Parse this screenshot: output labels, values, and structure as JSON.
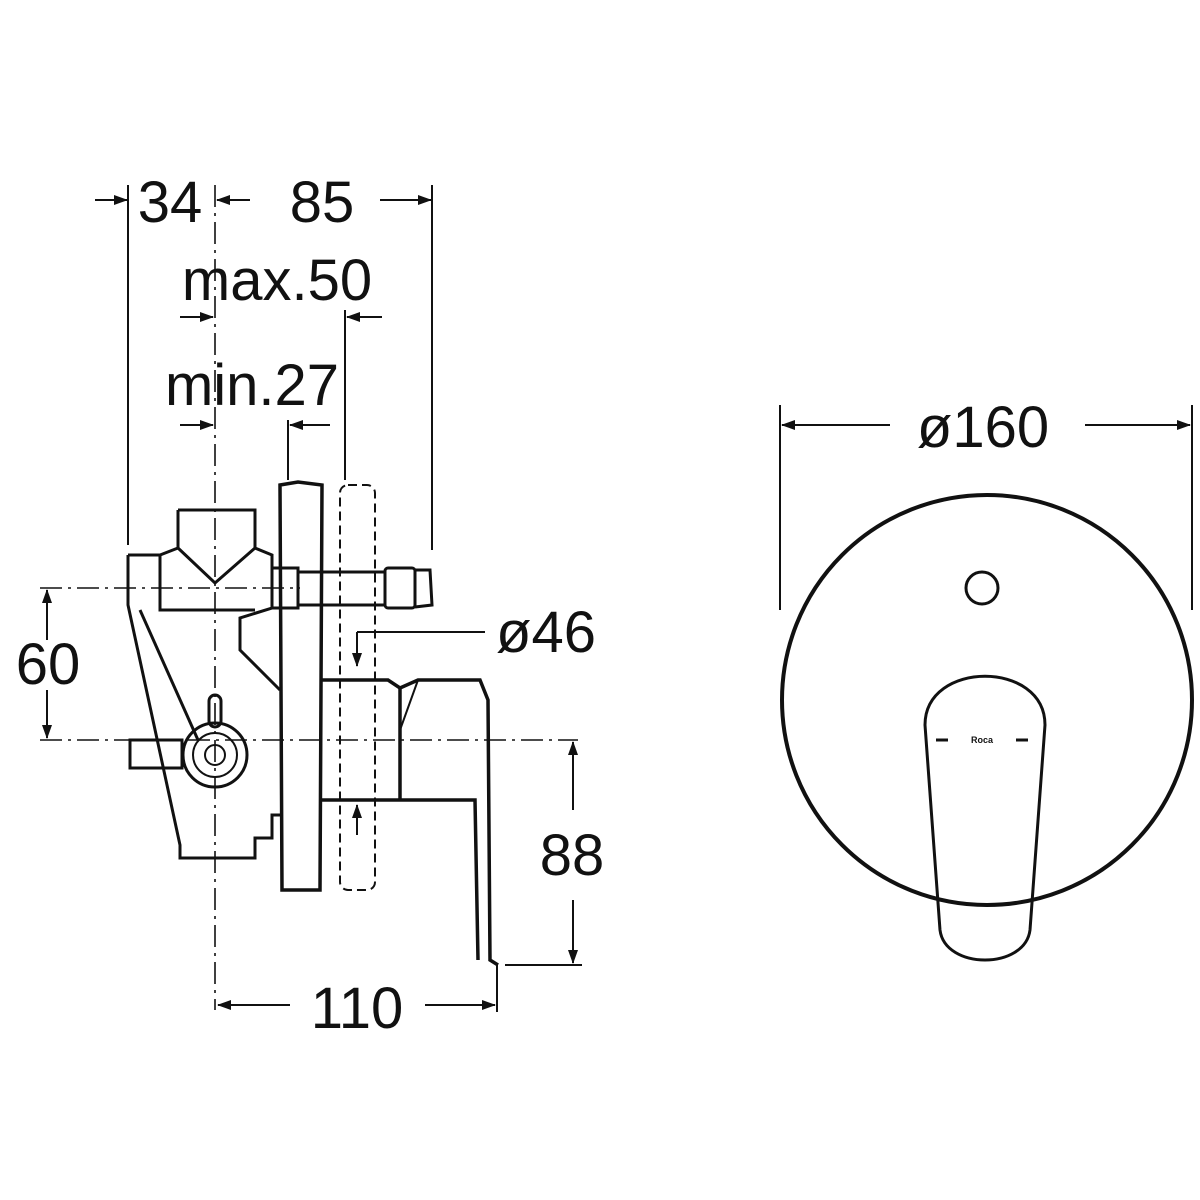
{
  "side_view": {
    "dim_34": "34",
    "dim_85": "85",
    "dim_max": "max.50",
    "dim_min": "min.27",
    "dim_60": "60",
    "dim_46": "ø46",
    "dim_88": "88",
    "dim_110": "110"
  },
  "front_view": {
    "dim_160": "ø160",
    "logo": "Roca"
  },
  "colors": {
    "line": "#111111",
    "background": "#ffffff"
  }
}
